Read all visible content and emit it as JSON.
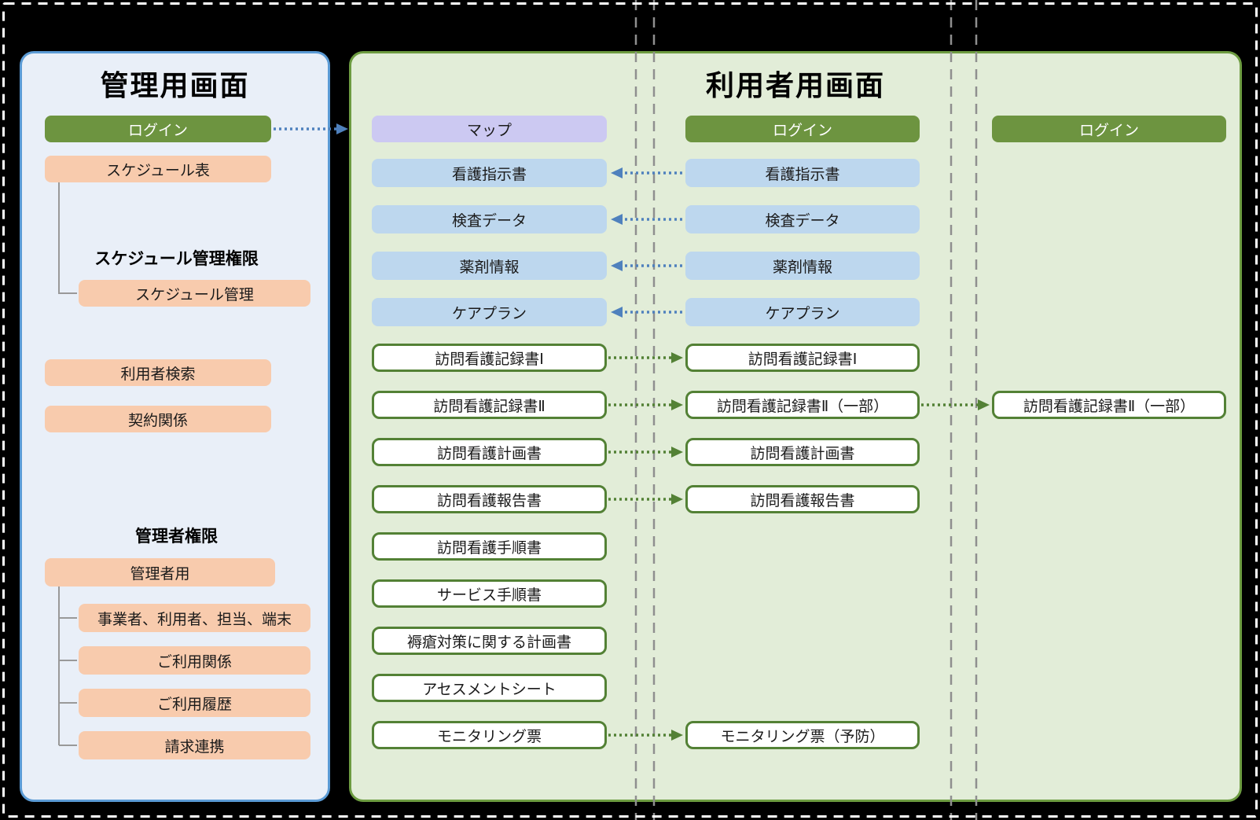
{
  "admin_panel": {
    "title": "管理用画面",
    "login_label": "ログイン",
    "schedule_table_label": "スケジュール表",
    "schedule_group": {
      "title": "スケジュール管理権限",
      "schedule_manage_label": "スケジュール管理"
    },
    "user_search_label": "利用者検索",
    "contract_label": "契約関係",
    "admin_group": {
      "title": "管理者権限",
      "admin_use_label": "管理者用",
      "children": [
        "事業者、利用者、担当、端末",
        "ご利用関係",
        "ご利用履歴",
        "請求連携"
      ]
    }
  },
  "user_panel": {
    "title": "利用者用画面",
    "col1": [
      "マップ",
      "看護指示書",
      "検査データ",
      "薬剤情報",
      "ケアプラン",
      "訪問看護記録書Ⅰ",
      "訪問看護記録書Ⅱ",
      "訪問看護計画書",
      "訪問看護報告書",
      "訪問看護手順書",
      "サービス手順書",
      "褥瘡対策に関する計画書",
      "アセスメントシート",
      "モニタリング票"
    ],
    "col2": [
      "ログイン",
      "看護指示書",
      "検査データ",
      "薬剤情報",
      "ケアプラン",
      "訪問看護記録書Ⅰ",
      "訪問看護記録書Ⅱ（一部）",
      "訪問看護計画書",
      "訪問看護報告書",
      "モニタリング票（予防）"
    ],
    "col3": [
      "ログイン",
      "訪問看護記録書Ⅱ（一部）"
    ]
  },
  "colors": {
    "page_bg": "#000000",
    "page_border": "#ffffff",
    "guide_line": "#8f8f8f",
    "connector": "#999999",
    "admin_panel_bg": "#e9eff8",
    "admin_panel_border": "#5b9bd5",
    "user_panel_bg": "#e2edd8",
    "user_panel_border": "#6d9c41",
    "green_button": "#6d9440",
    "orange_button": "#f8cbad",
    "lavender_button": "#ccc9f2",
    "blue_button": "#bdd7ee",
    "white_box_border": "#538135",
    "blue_arrow": "#4f81bd",
    "green_arrow": "#538135"
  }
}
